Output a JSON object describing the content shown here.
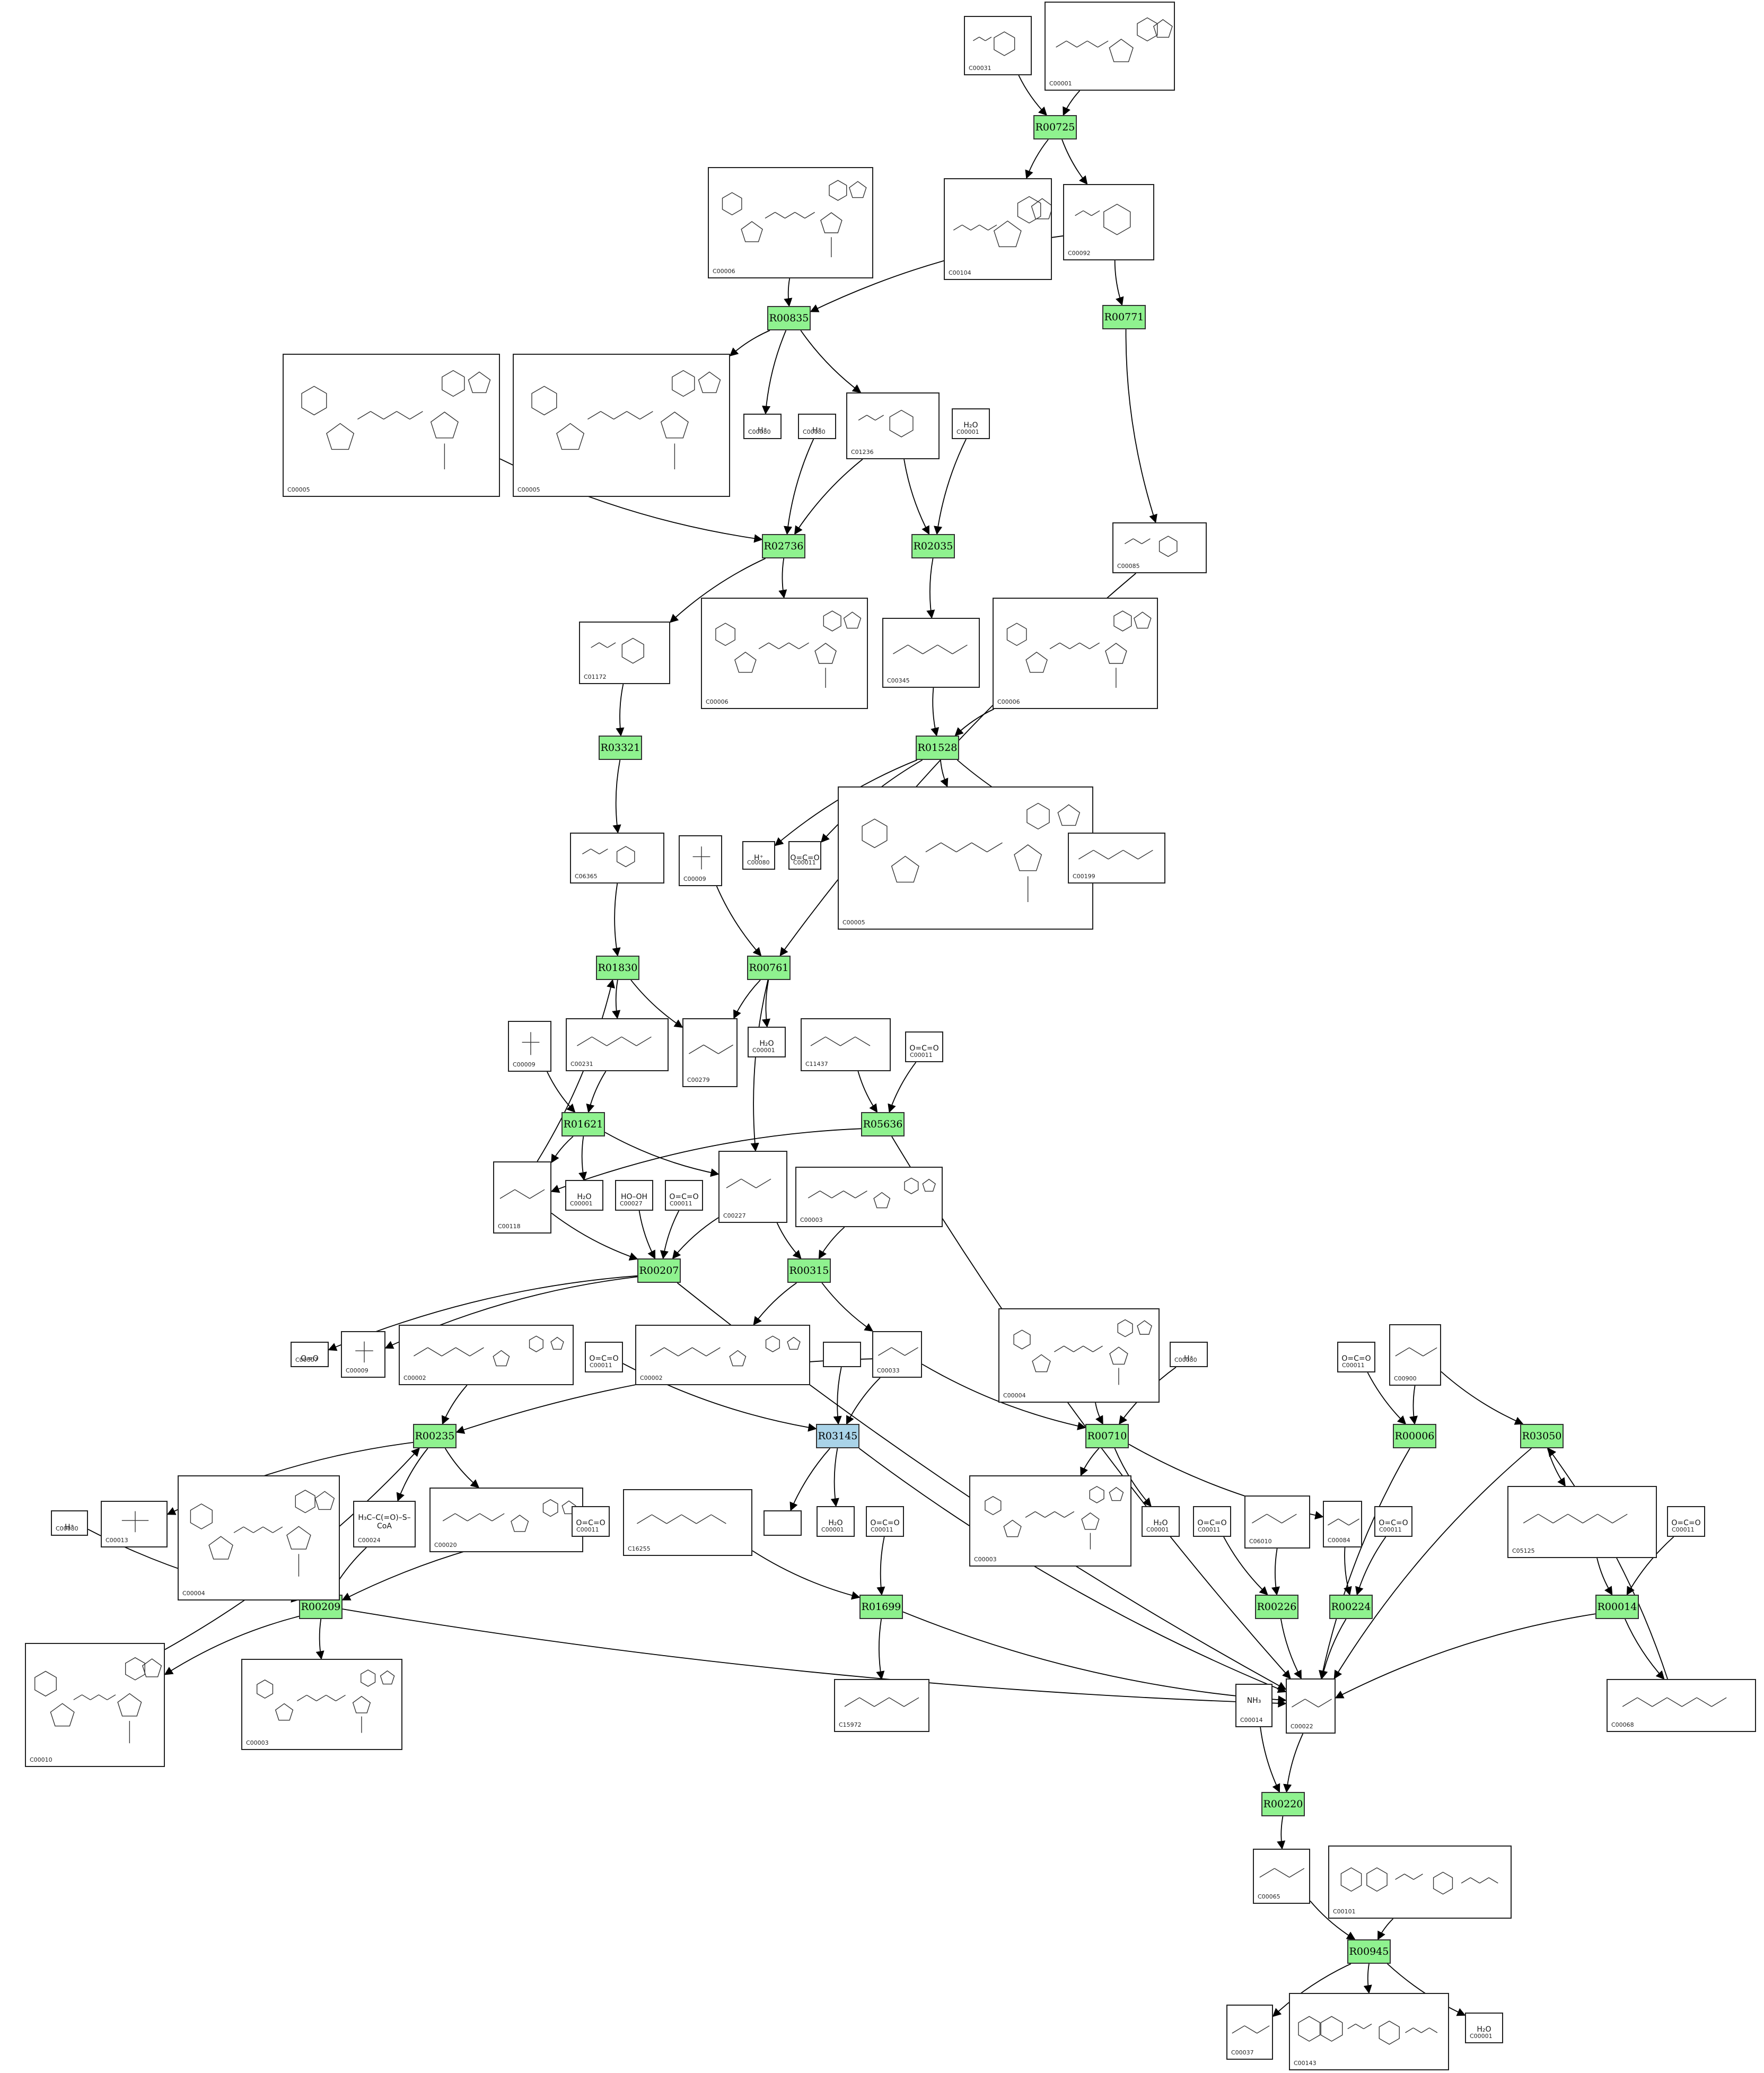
{
  "colors": {
    "reaction": "#8ff28f",
    "reaction_alt": "#a9d3e8",
    "edge": "#000000",
    "box_border": "#222222"
  },
  "reactions": [
    {
      "id": "R00725",
      "style": "green"
    },
    {
      "id": "R00835",
      "style": "green"
    },
    {
      "id": "R00771",
      "style": "green"
    },
    {
      "id": "R02736",
      "style": "green"
    },
    {
      "id": "R02035",
      "style": "green"
    },
    {
      "id": "R03321",
      "style": "green"
    },
    {
      "id": "R01528",
      "style": "green"
    },
    {
      "id": "R01830",
      "style": "green"
    },
    {
      "id": "R00761",
      "style": "green"
    },
    {
      "id": "R01621",
      "style": "green"
    },
    {
      "id": "R05636",
      "style": "green"
    },
    {
      "id": "R00207",
      "style": "green"
    },
    {
      "id": "R00315",
      "style": "green"
    },
    {
      "id": "R00235",
      "style": "green"
    },
    {
      "id": "R03145",
      "style": "blue"
    },
    {
      "id": "R00710",
      "style": "green"
    },
    {
      "id": "R00006",
      "style": "green"
    },
    {
      "id": "R03050",
      "style": "green"
    },
    {
      "id": "R00209",
      "style": "green"
    },
    {
      "id": "R01699",
      "style": "green"
    },
    {
      "id": "R00226",
      "style": "green"
    },
    {
      "id": "R00224",
      "style": "green"
    },
    {
      "id": "R00014",
      "style": "green"
    },
    {
      "id": "R00220",
      "style": "green"
    },
    {
      "id": "R00945",
      "style": "green"
    }
  ],
  "compounds": [
    {
      "key": "c1",
      "id": "C00031"
    },
    {
      "key": "c2",
      "id": "C00001"
    },
    {
      "key": "c3",
      "id": "C00006"
    },
    {
      "key": "c4",
      "id": "C00104"
    },
    {
      "key": "c5",
      "id": "C00092"
    },
    {
      "key": "c6",
      "id": "C00005"
    },
    {
      "key": "c7",
      "id": "C00005"
    },
    {
      "key": "c8",
      "id": "C00080",
      "symbol": "H⁺"
    },
    {
      "key": "c9",
      "id": "C00080",
      "symbol": "H⁺"
    },
    {
      "key": "c10",
      "id": "C01236"
    },
    {
      "key": "c11",
      "id": "C00001",
      "symbol": "H₂O"
    },
    {
      "key": "c12",
      "id": "C00085"
    },
    {
      "key": "c13",
      "id": "C01172"
    },
    {
      "key": "c14",
      "id": "C00006"
    },
    {
      "key": "c15",
      "id": "C00345"
    },
    {
      "key": "c16",
      "id": "C00006"
    },
    {
      "key": "c17",
      "id": "C06365"
    },
    {
      "key": "c18",
      "id": "C00009"
    },
    {
      "key": "c19",
      "id": "C00080",
      "symbol": "H⁺"
    },
    {
      "key": "c20",
      "id": "C00011",
      "symbol": "O=C=O"
    },
    {
      "key": "c21",
      "id": "C00005"
    },
    {
      "key": "c22",
      "id": "C00199"
    },
    {
      "key": "c23",
      "id": "C00009"
    },
    {
      "key": "c24",
      "id": "C00231"
    },
    {
      "key": "c25",
      "id": "C00279"
    },
    {
      "key": "c26",
      "id": "C00001",
      "symbol": "H₂O"
    },
    {
      "key": "c27",
      "id": "C11437"
    },
    {
      "key": "c28",
      "id": "C00011",
      "symbol": "O=C=O"
    },
    {
      "key": "c29",
      "id": "C00118"
    },
    {
      "key": "c30",
      "id": "C00001",
      "symbol": "H₂O"
    },
    {
      "key": "c31",
      "id": "C00027",
      "symbol": "HO–OH"
    },
    {
      "key": "c32",
      "id": "C00011",
      "symbol": "O=C=O"
    },
    {
      "key": "c33",
      "id": "C00227"
    },
    {
      "key": "c34",
      "id": "C00003"
    },
    {
      "key": "c35",
      "id": "C00007",
      "symbol": "O=O"
    },
    {
      "key": "c36",
      "id": "C00009"
    },
    {
      "key": "c37",
      "id": "C00002"
    },
    {
      "key": "c38",
      "id": "C00011",
      "symbol": "O=C=O"
    },
    {
      "key": "c39",
      "id": "C00002"
    },
    {
      "key": "c40",
      "id": ""
    },
    {
      "key": "c41",
      "id": "C00033"
    },
    {
      "key": "c42",
      "id": "C00004"
    },
    {
      "key": "c43",
      "id": "C00080",
      "symbol": "H⁺"
    },
    {
      "key": "c44",
      "id": "C00011",
      "symbol": "O=C=O"
    },
    {
      "key": "c45",
      "id": "C00900"
    },
    {
      "key": "c46",
      "id": "C00080",
      "symbol": "H⁺"
    },
    {
      "key": "c47",
      "id": "C00013"
    },
    {
      "key": "c48",
      "id": "C00004"
    },
    {
      "key": "c49",
      "id": "C00024",
      "symbol": "H₃C–C(=O)–S–CoA"
    },
    {
      "key": "c50",
      "id": "C00020"
    },
    {
      "key": "c51",
      "id": "C00011",
      "symbol": "O=C=O"
    },
    {
      "key": "c52",
      "id": "C16255"
    },
    {
      "key": "c53",
      "id": ""
    },
    {
      "key": "c54",
      "id": "C00001",
      "symbol": "H₂O"
    },
    {
      "key": "c55",
      "id": "C00011",
      "symbol": "O=C=O"
    },
    {
      "key": "c56",
      "id": "C00003"
    },
    {
      "key": "c57",
      "id": "C00001",
      "symbol": "H₂O"
    },
    {
      "key": "c58",
      "id": "C00011",
      "symbol": "O=C=O"
    },
    {
      "key": "c59",
      "id": "C06010"
    },
    {
      "key": "c60",
      "id": "C00084"
    },
    {
      "key": "c61",
      "id": "C00011",
      "symbol": "O=C=O"
    },
    {
      "key": "c62",
      "id": "C05125"
    },
    {
      "key": "c63",
      "id": "C00011",
      "symbol": "O=C=O"
    },
    {
      "key": "c64",
      "id": "C00010"
    },
    {
      "key": "c65",
      "id": "C00003"
    },
    {
      "key": "c66",
      "id": "C15972"
    },
    {
      "key": "c67",
      "id": "C00014",
      "symbol": "NH₃"
    },
    {
      "key": "c68",
      "id": "C00022"
    },
    {
      "key": "c69",
      "id": "C00068"
    },
    {
      "key": "c70",
      "id": "C00065"
    },
    {
      "key": "c71",
      "id": "C00101"
    },
    {
      "key": "c72",
      "id": "C00037"
    },
    {
      "key": "c73",
      "id": "C00143"
    },
    {
      "key": "c74",
      "id": "C00001",
      "symbol": "H₂O"
    }
  ]
}
